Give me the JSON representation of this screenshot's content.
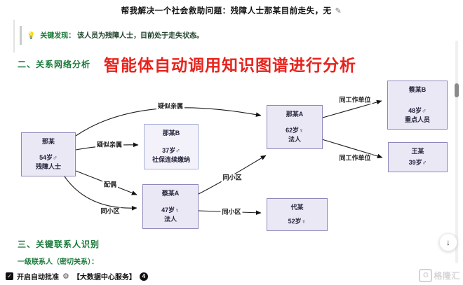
{
  "header": {
    "title": "帮我解决一个社会救助问题：残障人士那某目前走失，无",
    "edit_icon": "✎"
  },
  "finding": {
    "icon": "💡",
    "label": "关键发现：",
    "text": "该人员为残障人士，目前处于走失状态。"
  },
  "section2": {
    "title": "二、关系网络分析"
  },
  "overlay_annotation": "智能体自动调用知识图谱进行分析",
  "graph": {
    "nodes": [
      {
        "title": "那某",
        "age": "54岁♂",
        "attr": "残障人士"
      },
      {
        "title": "那某B",
        "age": "37岁♂",
        "attr": "社保连续缴纳"
      },
      {
        "title": "蔡某A",
        "age": "47岁♀",
        "attr": "法人"
      },
      {
        "title": "那某A",
        "age": "62岁♀",
        "attr": "法人"
      },
      {
        "title": "代某",
        "age": "52岁♀"
      },
      {
        "title": "蔡某B",
        "age": "48岁♂",
        "attr": "重点人员"
      },
      {
        "title": "王某",
        "age": "39岁♂"
      }
    ],
    "edges": [
      {
        "label": "疑似亲属",
        "from": "那某",
        "to": "那某A"
      },
      {
        "label": "疑似亲属",
        "from": "那某",
        "to": "那某B"
      },
      {
        "label": "配偶",
        "from": "那某",
        "to": "蔡某A"
      },
      {
        "label": "同小区",
        "from": "那某",
        "to": "蔡某A"
      },
      {
        "label": "同小区",
        "from": "蔡某A",
        "to": "那某A"
      },
      {
        "label": "同小区",
        "from": "蔡某A",
        "to": "代某"
      },
      {
        "label": "同工作单位",
        "from": "那某A",
        "to": "蔡某B"
      },
      {
        "label": "同工作单位",
        "from": "那某A",
        "to": "王某"
      }
    ]
  },
  "section3": {
    "title": "三、关键联系人识别",
    "subtitle": "一级联系人（密切关系）："
  },
  "footer": {
    "check_icon": "✓",
    "checkbox_label": "开启自动批准",
    "gear_icon": "⚙",
    "service_label": "【大数据中心服务】",
    "badge_count": "4"
  },
  "scroll": {
    "down_arrow": "↓"
  },
  "watermark": {
    "logo": "G",
    "brand": "格隆汇"
  },
  "colors": {
    "green": "#1a7a3a",
    "red": "#e8231d",
    "node_fill": "#eae8f5",
    "node_border": "#8e88ba",
    "edge": "#1c1c1c"
  }
}
